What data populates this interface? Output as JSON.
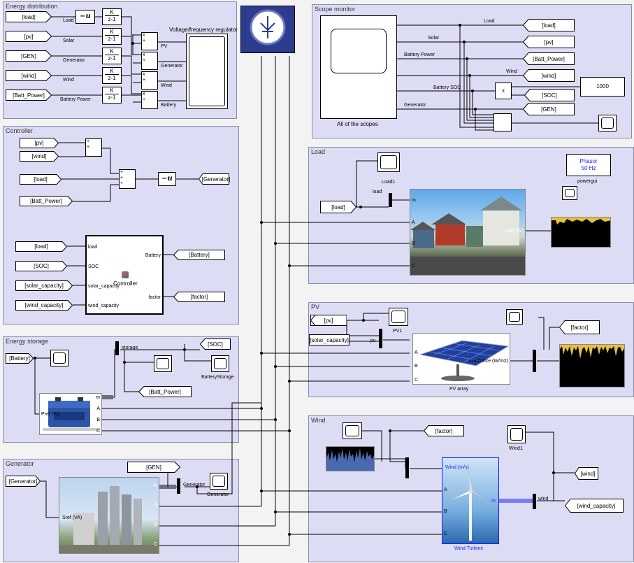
{
  "areas": {
    "energy_distribution": "Energy distribution",
    "controller": "Controller",
    "energy_storage": "Energy storage",
    "generator": "Generator",
    "scope_monitor": "Scope monitor",
    "load": "Load",
    "pv": "PV",
    "wind": "Wind"
  },
  "energy_dist": {
    "tags": [
      "[load]",
      "[pv]",
      "[GEN]",
      "[wind]",
      "[Batt_Power]"
    ],
    "signal_labels": [
      "Load",
      "Solar",
      "Generator",
      "Wind",
      "Battery Power"
    ],
    "neg": "−u",
    "k": "K",
    "z": "z-1",
    "mult_plus": "+",
    "mult_x": "x",
    "regulator_label": "Voltage/frequency regulator",
    "outputs": [
      "PV",
      "Generator",
      "Wind",
      "Battery"
    ]
  },
  "controller": {
    "tags_top": [
      "[pv]",
      "[wind]",
      "[load]",
      "[Batt_Power]"
    ],
    "neg": "−u",
    "generator_goto": "[Generator]",
    "inputs": [
      "[load]",
      "[SOC]",
      "[solar_capacity]",
      "[wind_capacity]"
    ],
    "ports": [
      "load",
      "SOC",
      "solar_capacity",
      "wind_capacity"
    ],
    "outs": [
      "Battery",
      "factor"
    ],
    "block_name": "Controller",
    "gotos": [
      "[Battery]",
      "[factor]"
    ]
  },
  "storage": {
    "battery_from": "[Battery]",
    "storage_label": "storage",
    "soc_goto": "[SOC]",
    "batt_power_goto": "[Batt_Power]",
    "scope_name": "BatteryStorage",
    "pref": "Pref (W)",
    "m": "m",
    "ports": [
      "A",
      "B",
      "C"
    ]
  },
  "generator": {
    "from": "[Generator]",
    "gen_goto": "[GEN]",
    "sref": "Sref (VA)",
    "m": "m",
    "ports": [
      "A",
      "B",
      "C"
    ],
    "sig_label": "Generator",
    "scope_name": "Generator"
  },
  "scope_monitor": {
    "scope_caption": "All of the scopes",
    "signals": [
      "Load",
      "Solar",
      "Battery Power",
      "Wind",
      "Battery SOC",
      "Generator"
    ],
    "tags": [
      "[load]",
      "[pv]",
      "[Batt_Power]",
      "[wind]",
      "[SOC]",
      "[GEN]"
    ],
    "const": "1000",
    "mult": "x"
  },
  "load": {
    "scope_name": "Load1",
    "sig": "load",
    "goto": "[load]",
    "m": "m",
    "ports": [
      "A",
      "B",
      "C"
    ],
    "in_label": "load (W)",
    "powergui_line1": "Phasor",
    "powergui_line2": "50 Hz",
    "powergui_name": "powergui"
  },
  "pv": {
    "pv_goto": "[pv]",
    "solar_goto": "[solar_capacity]",
    "scope_name": "PV1",
    "pv_sig": "pv",
    "factor": "[factor]",
    "irr": "Irradiance (W/m2)",
    "array_name": "PV array",
    "ports": [
      "A",
      "B",
      "C"
    ]
  },
  "wind": {
    "factor": "[factor]",
    "scope_name": "Wind1",
    "wind_goto": "[wind]",
    "capacity_goto": "[wind_capacity]",
    "sig": "wind",
    "speed": "Wind (m/s)",
    "m": "m",
    "ports": [
      "A",
      "B",
      "C"
    ],
    "turbine_name": "Wind Turbine"
  },
  "colors": {
    "area": "#dcdcf4",
    "link_blue": "#1a1aff"
  }
}
